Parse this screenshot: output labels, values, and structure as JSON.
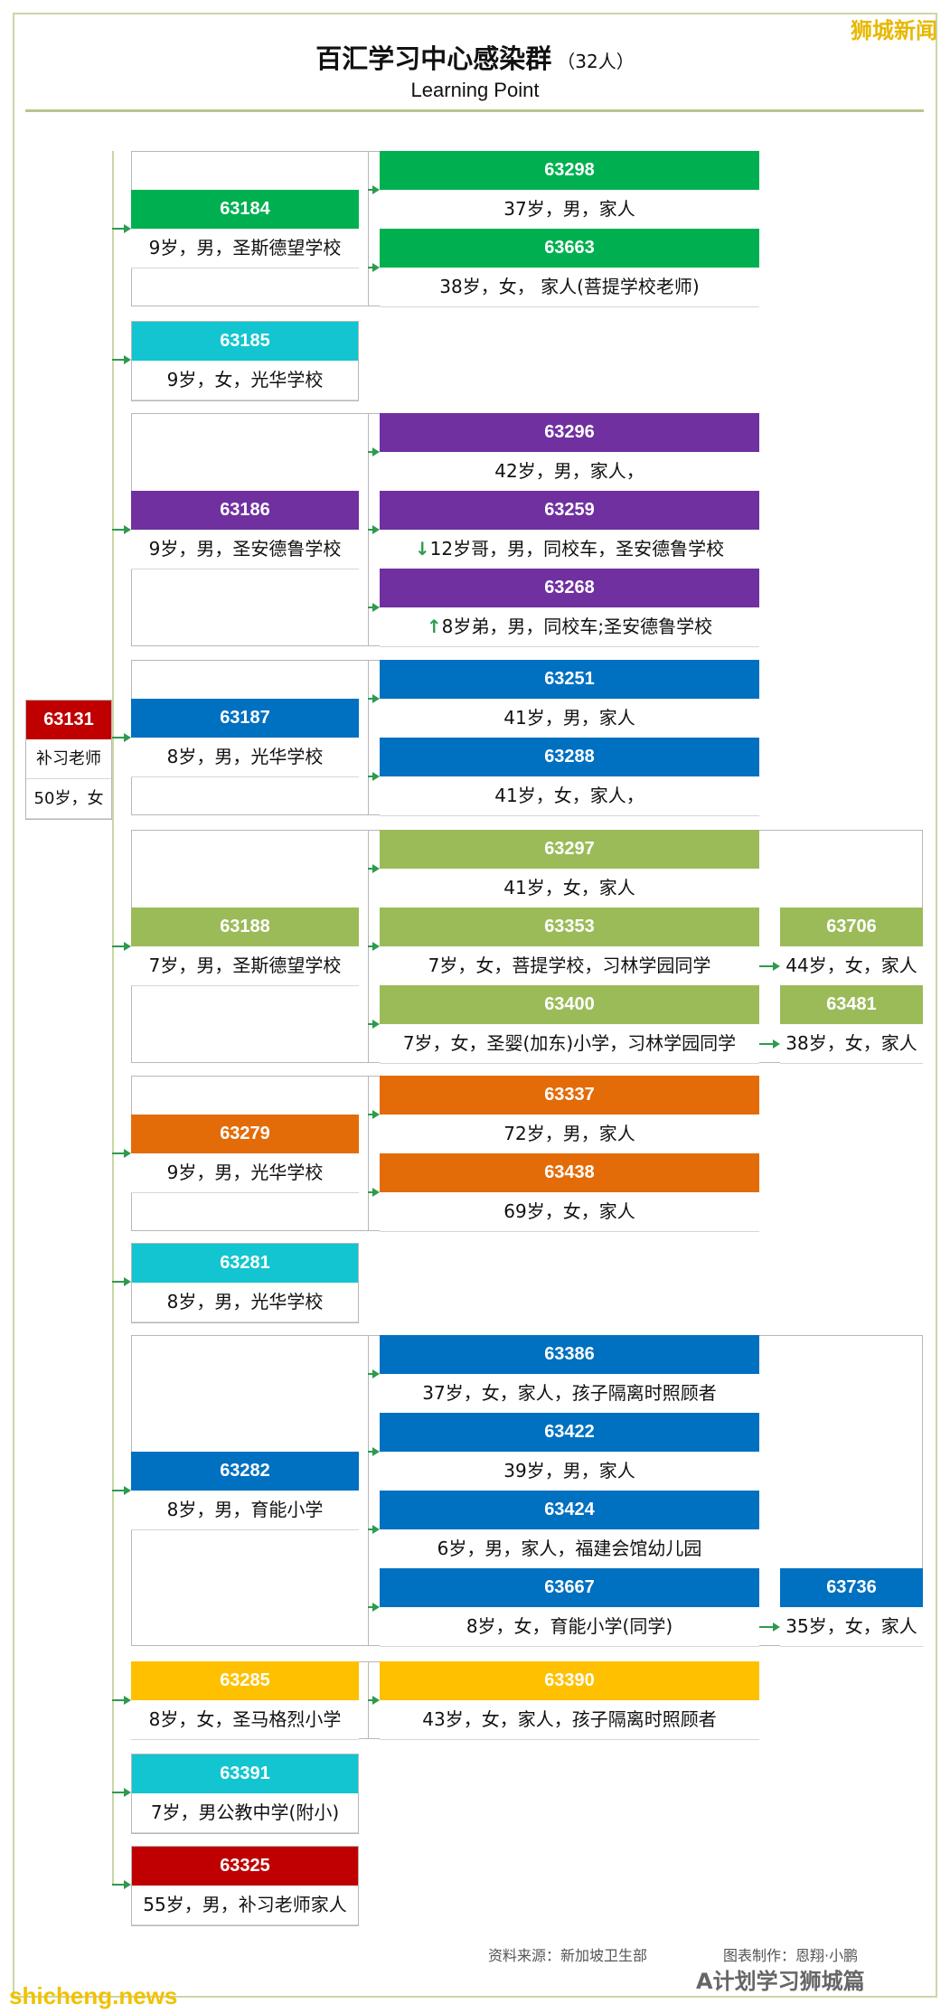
{
  "title": "百汇学习中心感染群",
  "title_count": "（32人）",
  "subtitle": "Learning Point",
  "watermark_top": "狮城新闻",
  "watermark_bottom": "shicheng.news",
  "source": "资料来源：新加坡卫生部",
  "maker": "图表制作：恩翔·小鹏",
  "wechat": "A计划学习狮城篇",
  "colors": {
    "green": "#00b050",
    "cyan": "#12c5d0",
    "purple": "#7030a0",
    "blue": "#0070c0",
    "olive": "#9bbb59",
    "orange": "#e36c09",
    "yellow": "#ffc000",
    "red": "#c00000"
  },
  "root": {
    "id": "63131",
    "role": "补习老师",
    "desc": "50岁，女",
    "color": "red"
  },
  "groups": [
    {
      "child": {
        "id": "63184",
        "desc": "9岁，男，圣斯德望学校",
        "color": "green"
      },
      "contacts": [
        {
          "id": "63298",
          "desc": "37岁，男，家人",
          "color": "green"
        },
        {
          "id": "63663",
          "desc": "38岁，女， 家人(菩提学校老师)",
          "color": "green"
        }
      ]
    },
    {
      "child": {
        "id": "63185",
        "desc": "9岁，女，光华学校",
        "color": "cyan"
      },
      "contacts": []
    },
    {
      "child": {
        "id": "63186",
        "desc": "9岁，男，圣安德鲁学校",
        "color": "purple"
      },
      "contacts": [
        {
          "id": "63296",
          "desc": "42岁，男，家人，",
          "color": "purple"
        },
        {
          "id": "63259",
          "desc": "12岁哥，男，同校车，圣安德鲁学校",
          "mark": "↓",
          "color": "purple"
        },
        {
          "id": "63268",
          "desc": "8岁弟，男，同校车;圣安德鲁学校",
          "mark": "↑",
          "color": "purple"
        }
      ]
    },
    {
      "child": {
        "id": "63187",
        "desc": "8岁，男，光华学校",
        "color": "blue"
      },
      "contacts": [
        {
          "id": "63251",
          "desc": "41岁，男，家人",
          "color": "blue"
        },
        {
          "id": "63288",
          "desc": "41岁，女，家人，",
          "color": "blue"
        }
      ]
    },
    {
      "child": {
        "id": "63188",
        "desc": "7岁，男，圣斯德望学校",
        "color": "olive"
      },
      "contacts": [
        {
          "id": "63297",
          "desc": "41岁，女，家人",
          "color": "olive"
        },
        {
          "id": "63353",
          "desc": "7岁，女，菩提学校，习林学园同学",
          "color": "olive",
          "next": {
            "id": "63706",
            "desc": "44岁，女，家人",
            "color": "olive"
          }
        },
        {
          "id": "63400",
          "desc": "7岁，女，圣婴(加东)小学，习林学园同学",
          "color": "olive",
          "next": {
            "id": "63481",
            "desc": "38岁，女，家人",
            "color": "olive"
          }
        }
      ]
    },
    {
      "child": {
        "id": "63279",
        "desc": "9岁，男，光华学校",
        "color": "orange"
      },
      "contacts": [
        {
          "id": "63337",
          "desc": "72岁，男，家人",
          "color": "orange"
        },
        {
          "id": "63438",
          "desc": "69岁，女，家人",
          "color": "orange"
        }
      ]
    },
    {
      "child": {
        "id": "63281",
        "desc": "8岁，男，光华学校",
        "color": "cyan"
      },
      "contacts": []
    },
    {
      "child": {
        "id": "63282",
        "desc": "8岁，男，育能小学",
        "color": "blue"
      },
      "contacts": [
        {
          "id": "63386",
          "desc": "37岁，女，家人，孩子隔离时照顾者",
          "color": "blue"
        },
        {
          "id": "63422",
          "desc": "39岁，男，家人",
          "color": "blue"
        },
        {
          "id": "63424",
          "desc": "6岁，男，家人，福建会馆幼儿园",
          "color": "blue"
        },
        {
          "id": "63667",
          "desc": "8岁，女，育能小学(同学)",
          "color": "blue",
          "next": {
            "id": "63736",
            "desc": "35岁，女，家人",
            "color": "blue"
          }
        }
      ]
    },
    {
      "child": {
        "id": "63285",
        "desc": "8岁，女，圣马格烈小学",
        "color": "yellow"
      },
      "contacts": [
        {
          "id": "63390",
          "desc": "43岁，女，家人，孩子隔离时照顾者",
          "color": "yellow"
        }
      ]
    },
    {
      "child": {
        "id": "63391",
        "desc": "7岁，男公教中学(附小)",
        "color": "cyan"
      },
      "contacts": []
    },
    {
      "child": {
        "id": "63325",
        "desc": "55岁，男，补习老师家人",
        "color": "red"
      },
      "contacts": []
    }
  ]
}
